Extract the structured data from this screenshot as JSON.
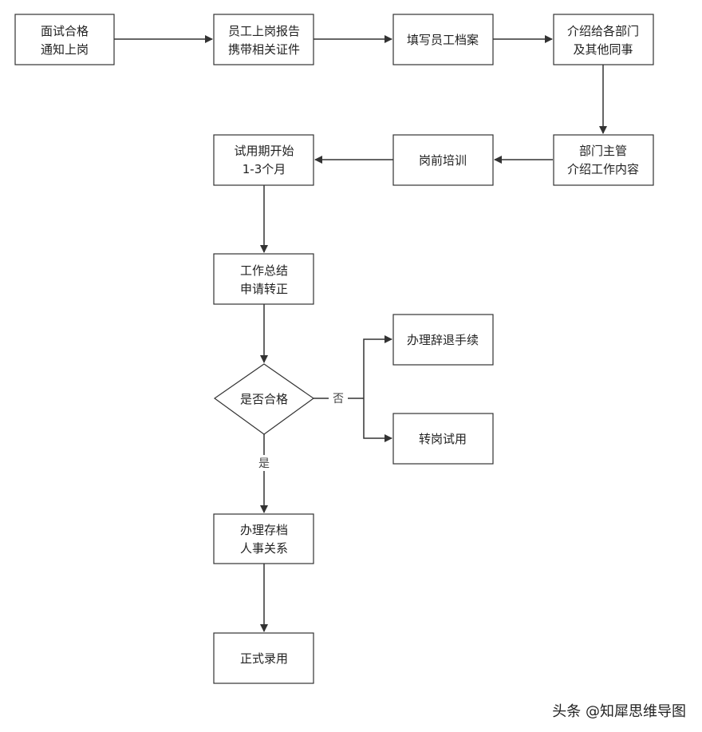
{
  "nodes": {
    "n1": {
      "lines": [
        "面试合格",
        "通知上岗"
      ]
    },
    "n2": {
      "lines": [
        "员工上岗报告",
        "携带相关证件"
      ]
    },
    "n3": {
      "lines": [
        "填写员工档案"
      ]
    },
    "n4": {
      "lines": [
        "介绍给各部门",
        "及其他同事"
      ]
    },
    "n5": {
      "lines": [
        "部门主管",
        "介绍工作内容"
      ]
    },
    "n6": {
      "lines": [
        "岗前培训"
      ]
    },
    "n7": {
      "lines": [
        "试用期开始",
        "1-3个月"
      ]
    },
    "n8": {
      "lines": [
        "工作总结",
        "申请转正"
      ]
    },
    "d1": {
      "lines": [
        "是否合格"
      ]
    },
    "n9": {
      "lines": [
        "办理辞退手续"
      ]
    },
    "n10": {
      "lines": [
        "转岗试用"
      ]
    },
    "n11": {
      "lines": [
        "办理存档",
        "人事关系"
      ]
    },
    "n12": {
      "lines": [
        "正式录用"
      ]
    }
  },
  "edges": {
    "no_label": "否",
    "yes_label": "是"
  },
  "watermark": "头条 @知犀思维导图",
  "colors": {
    "stroke": "#333333",
    "fill": "#ffffff"
  }
}
